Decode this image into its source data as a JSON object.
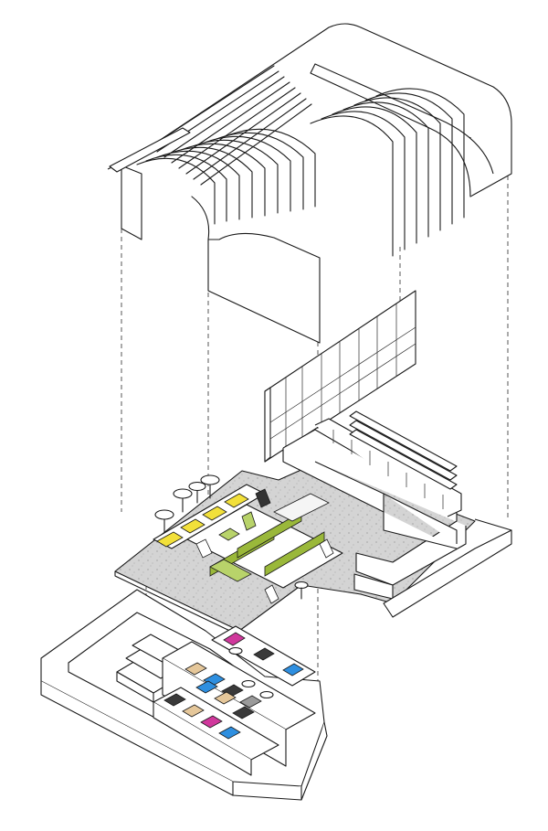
{
  "colors": {
    "floor": "#d4d4d4",
    "table_yellow": "#f2e03a",
    "partition_green": "#9ab83a",
    "chair_green": "#b8d36a",
    "swatch_magenta": "#d0389c",
    "swatch_blue": "#2e8fe0",
    "swatch_tan": "#e5c79a",
    "swatch_dark": "#3a3a3a",
    "swatch_grey": "#9a9a9a"
  },
  "layers": [
    "ceiling-canopy",
    "window-wall-and-floor-plate",
    "lower-podium"
  ]
}
